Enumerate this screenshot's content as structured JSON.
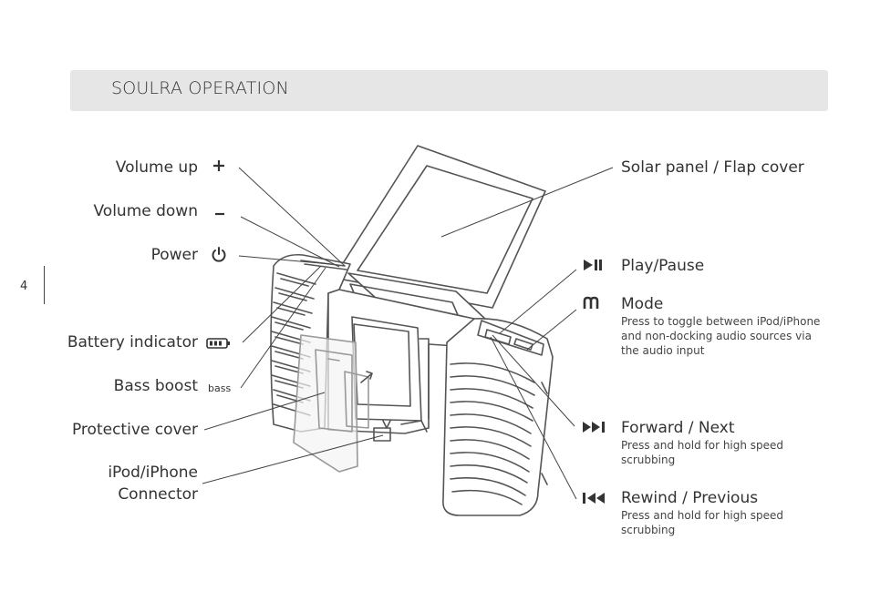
{
  "header": {
    "title": "SOULRA OPERATION"
  },
  "page_number": "4",
  "left_labels": {
    "volume_up": "Volume up",
    "volume_down": "Volume down",
    "power": "Power",
    "battery": "Battery indicator",
    "bass": "Bass boost",
    "bass_icon_text": "bass",
    "cover": "Protective cover",
    "connector_line1": "iPod/iPhone",
    "connector_line2": "Connector"
  },
  "right_labels": {
    "solar": "Solar panel / Flap cover",
    "play": "Play/Pause",
    "mode": "Mode",
    "mode_desc": "Press to toggle between iPod/iPhone and non-docking audio sources via the audio input",
    "forward": "Forward / Next",
    "forward_desc": "Press and hold for high speed scrubbing",
    "rewind": "Rewind / Previous",
    "rewind_desc": "Press and hold for high speed scrubbing"
  },
  "icons": {
    "volume_up": "plus-icon",
    "volume_down": "minus-icon",
    "power": "power-icon",
    "battery": "battery-icon",
    "play": "play-pause-icon",
    "mode": "mode-m-icon",
    "forward": "next-icon",
    "rewind": "previous-icon"
  }
}
